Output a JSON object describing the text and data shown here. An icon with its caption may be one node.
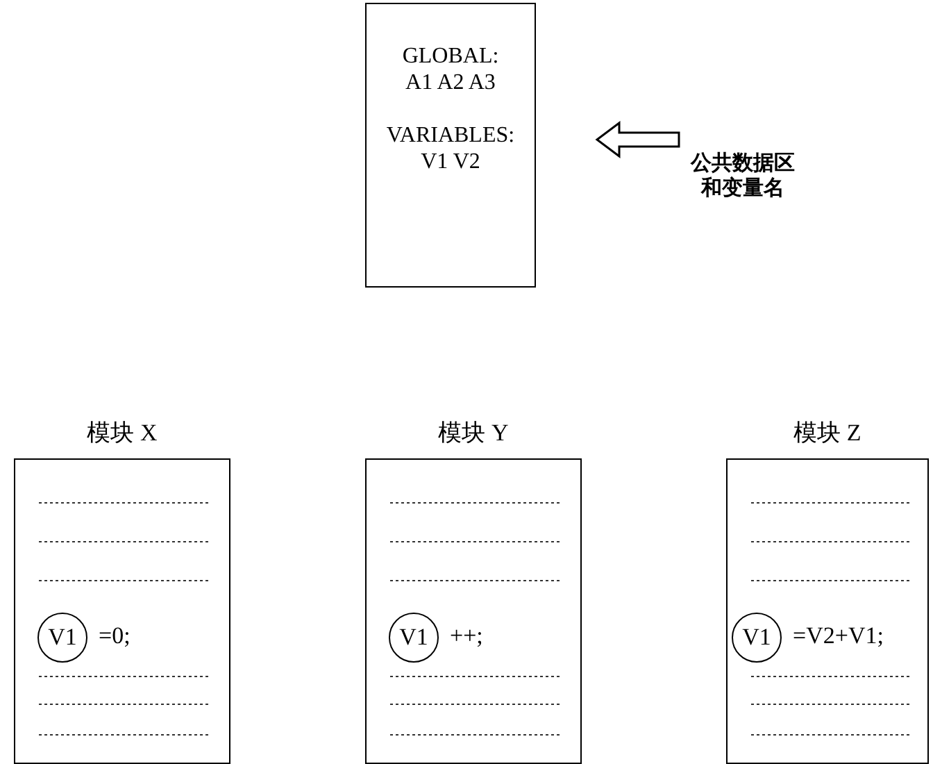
{
  "diagram": {
    "nodes": [
      {
        "text": [
          "GLOBAL: A1 A2 A3",
          "VARIABLES: V1 V2"
        ]
      },
      {
        "text": [
          "公共数据区和变量名"
        ]
      },
      {
        "text": [
          "模块 X"
        ]
      },
      {
        "text": [
          "V1"
        ],
        "in": 2,
        "beside": [
          "=0;"
        ]
      },
      {
        "text": [
          "模块 Y"
        ]
      },
      {
        "text": [
          "V1"
        ],
        "in": 4,
        "beside": [
          "++;"
        ]
      },
      {
        "text": [
          "模块 Z"
        ]
      },
      {
        "text": [
          "V1"
        ],
        "in": 6,
        "beside": [
          "=V2+V1;"
        ]
      }
    ],
    "edges": [
      {
        "from": 1,
        "to": 0,
        "arrow": "to"
      }
    ]
  }
}
